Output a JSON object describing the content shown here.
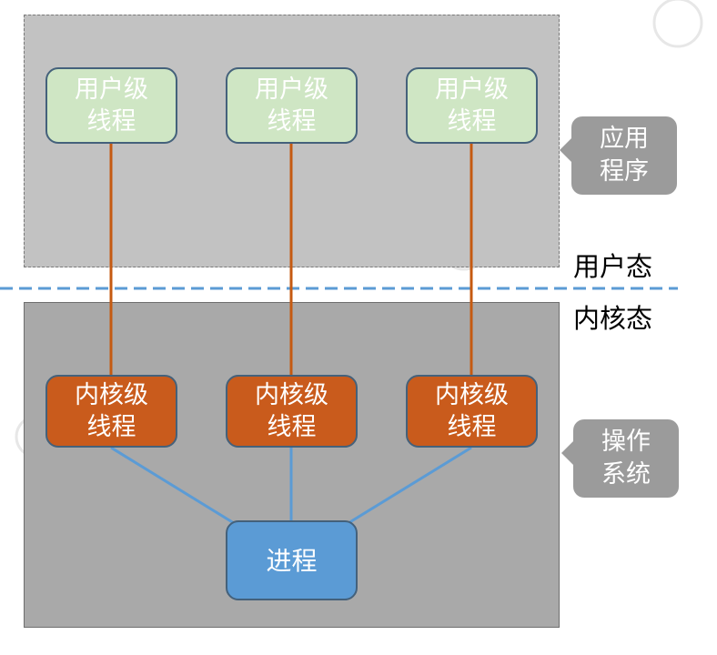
{
  "diagram": {
    "user_threads": [
      {
        "label": "用户级\n线程"
      },
      {
        "label": "用户级\n线程"
      },
      {
        "label": "用户级\n线程"
      }
    ],
    "kernel_threads": [
      {
        "label": "内核级\n线程"
      },
      {
        "label": "内核级\n线程"
      },
      {
        "label": "内核级\n线程"
      }
    ],
    "process": {
      "label": "进程"
    },
    "callouts": {
      "application": "应用\n程序",
      "operating_system": "操作\n系统"
    },
    "mode_labels": {
      "user_mode": "用户态",
      "kernel_mode": "内核态"
    },
    "colors": {
      "user_thread_fill": "#cfe6c4",
      "kernel_thread_fill": "#c95b1c",
      "process_fill": "#5b9bd5",
      "thread_link": "#c55a11",
      "process_link": "#5b9bd5",
      "mode_divider": "#5b9bd5"
    }
  }
}
